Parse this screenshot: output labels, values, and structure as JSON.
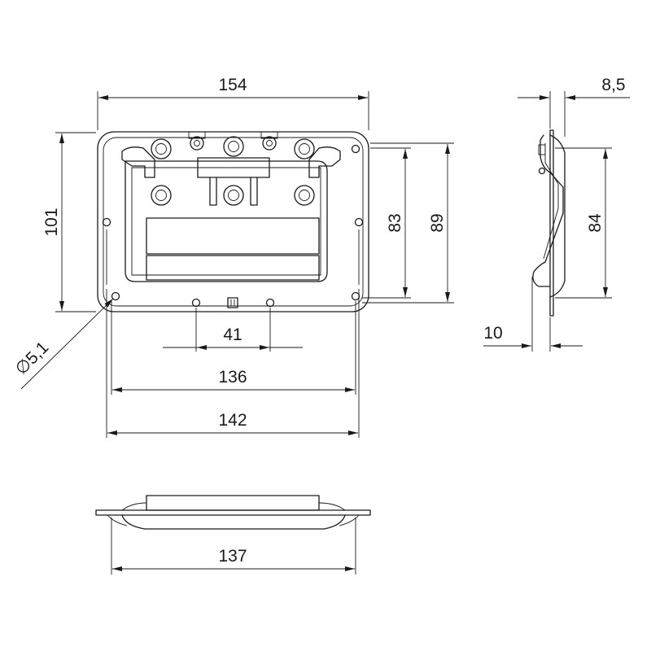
{
  "dimensions": {
    "front_width": "154",
    "front_height": "101",
    "inner_height_a": "83",
    "inner_height_b": "89",
    "hole_spacing_small": "41",
    "hole_spacing_inner": "136",
    "hole_spacing_outer": "142",
    "hole_diameter": "∅5,1",
    "side_thickness": "8,5",
    "side_height": "84",
    "side_depth": "10",
    "bottom_width": "137"
  },
  "colors": {
    "line": "#1a1a1a",
    "background": "#ffffff"
  }
}
